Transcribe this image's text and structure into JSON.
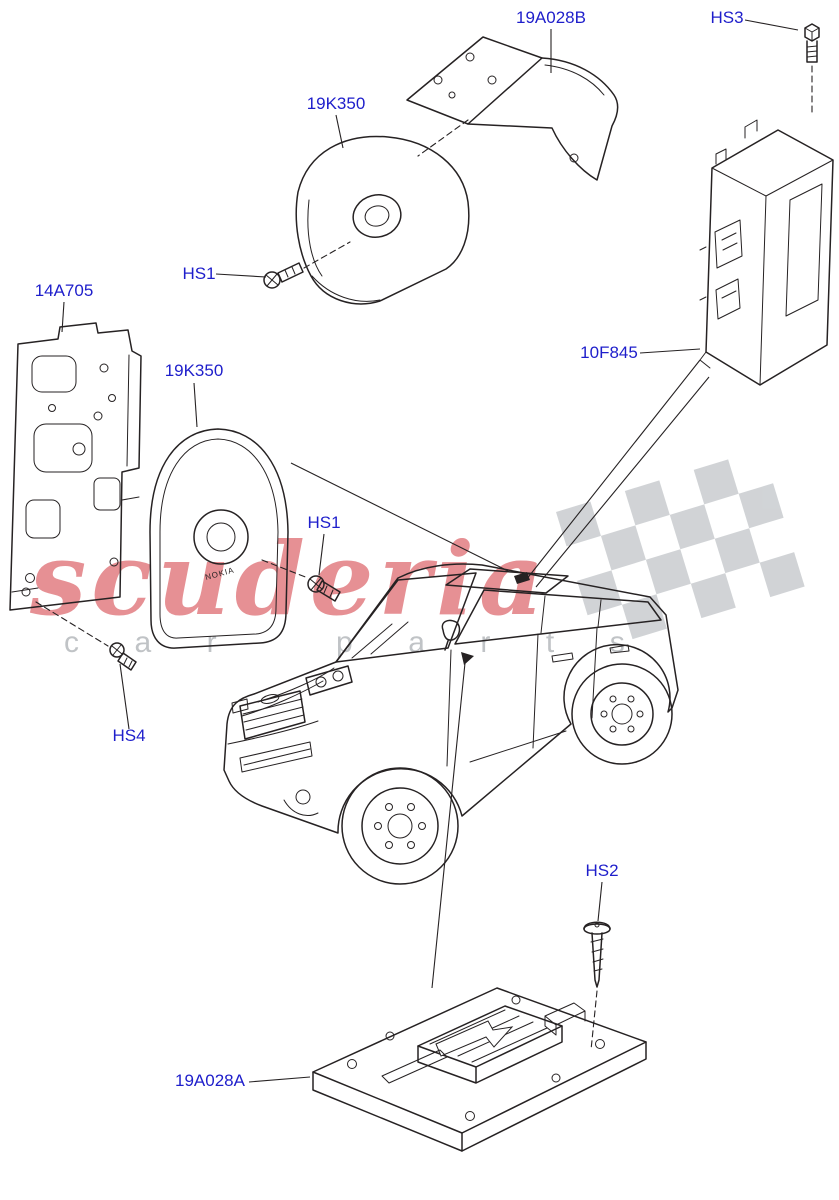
{
  "page": {
    "background": "#ffffff",
    "line_color": "#262223",
    "label_color": "#1e1ecb"
  },
  "watermark": {
    "brand": "scuderia",
    "subtitle": "car parts",
    "brand_color": "#ce2229",
    "flag_color": "#9aa0a6"
  },
  "labels": {
    "bracket_roof": "19A028B",
    "hs3": "HS3",
    "cradle_top": "19K350",
    "hs1_top": "HS1",
    "mount_plate": "14A705",
    "cradle_front": "19K350",
    "module": "10F845",
    "hs1_front": "HS1",
    "hs4": "HS4",
    "hs2": "HS2",
    "amplifier": "19A028A"
  },
  "parts": {
    "cradle_brand": "NOKIA"
  }
}
